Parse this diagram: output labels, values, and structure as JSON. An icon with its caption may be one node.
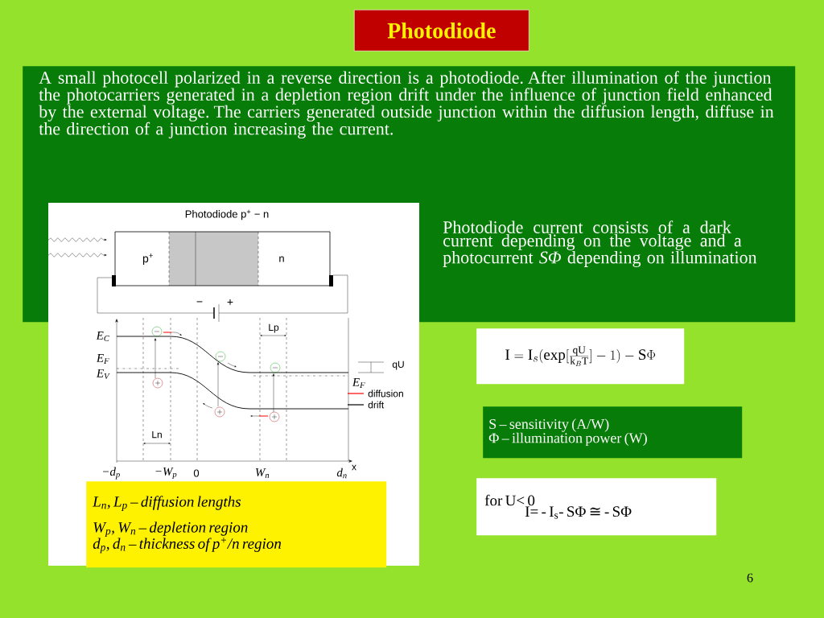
{
  "diagram": {
    "nodes": [
      {
        "text": [
          "Photodiode"
        ]
      },
      {
        "text": [
          "A small photocell polarized in a reverse direction is a photodiode. After illumination of the junction the photocarriers generated in a depletion region drift under the influence of junction field enhanced by the external voltage. The carriers generated outside junction within the diffusion length, diffuse in the direction of a junction increasing the current.",
          "Photodiode current consists of a dark current depending on the voltage and a photocurrent *SΦ* depending on illumination"
        ]
      },
      {
        "text": [
          "\\mathrm{I}=\\mathrm{I}_{s}(\\exp[\\frac{\\mathrm{qU}}{\\mathrm{k}_{B}\\mathrm{T}}]-1)-\\mathrm{S}\\Phi"
        ]
      },
      {
        "text": [
          "S – sensitivity (A/W)",
          "Φ – illumination power (W)"
        ]
      },
      {
        "text": [
          "for U< 0",
          "I= - I$_{s}$- SΦ ≅ - SΦ"
        ]
      },
      {
        "text": [
          "L$_{n}$, L$_{p}$ – diffusion lengths",
          "W$_{p}$, W$_{n}$ – depletion region",
          "d$_{p}$, d$_{n}$ – thickness of p$^{+}$/n region"
        ]
      }
    ],
    "labels": [
      "Photodiode p$^{+}$ − n",
      "p$^{+}$",
      "n",
      "−",
      "+",
      "E$_{C}$",
      "E$_{F}$",
      "E$_{V}$",
      "Lp",
      "qU",
      "E$_{F}$",
      "Ln",
      "−d$_{p}$",
      "−W$_{p}$",
      "0",
      "W$_{n}$",
      "d$_{n}$",
      "x",
      "6"
    ],
    "legend": [
      {
        "text": "diffusion"
      },
      {
        "text": "drift"
      }
    ]
  }
}
